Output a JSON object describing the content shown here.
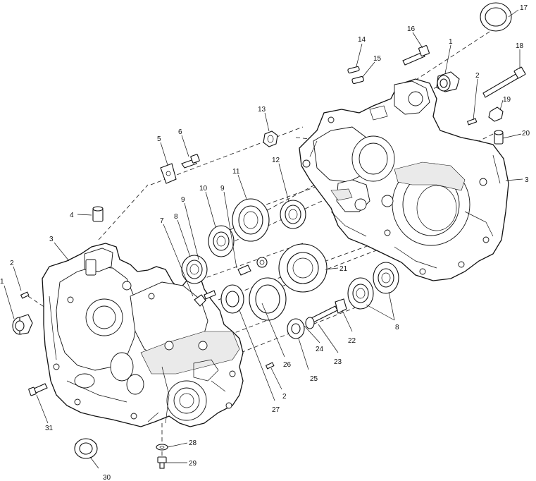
{
  "diagram": {
    "callouts": [
      {
        "id": "c1a",
        "text": "1"
      },
      {
        "id": "c1b",
        "text": "1"
      },
      {
        "id": "c2a",
        "text": "2"
      },
      {
        "id": "c2b",
        "text": "2"
      },
      {
        "id": "c2c",
        "text": "2"
      },
      {
        "id": "c3a",
        "text": "3"
      },
      {
        "id": "c3b",
        "text": "3"
      },
      {
        "id": "c4",
        "text": "4"
      },
      {
        "id": "c5",
        "text": "5"
      },
      {
        "id": "c6",
        "text": "6"
      },
      {
        "id": "c7",
        "text": "7"
      },
      {
        "id": "c8a",
        "text": "8"
      },
      {
        "id": "c8b",
        "text": "8"
      },
      {
        "id": "c9a",
        "text": "9"
      },
      {
        "id": "c9b",
        "text": "9"
      },
      {
        "id": "c10",
        "text": "10"
      },
      {
        "id": "c11",
        "text": "11"
      },
      {
        "id": "c12",
        "text": "12"
      },
      {
        "id": "c13",
        "text": "13"
      },
      {
        "id": "c14",
        "text": "14"
      },
      {
        "id": "c15",
        "text": "15"
      },
      {
        "id": "c16",
        "text": "16"
      },
      {
        "id": "c17",
        "text": "17"
      },
      {
        "id": "c18",
        "text": "18"
      },
      {
        "id": "c19",
        "text": "19"
      },
      {
        "id": "c20",
        "text": "20"
      },
      {
        "id": "c21",
        "text": "21"
      },
      {
        "id": "c22",
        "text": "22"
      },
      {
        "id": "c23",
        "text": "23"
      },
      {
        "id": "c24",
        "text": "24"
      },
      {
        "id": "c25",
        "text": "25"
      },
      {
        "id": "c26",
        "text": "26"
      },
      {
        "id": "c27",
        "text": "27"
      },
      {
        "id": "c28",
        "text": "28"
      },
      {
        "id": "c29",
        "text": "29"
      },
      {
        "id": "c30",
        "text": "30"
      },
      {
        "id": "c31",
        "text": "31"
      }
    ]
  }
}
